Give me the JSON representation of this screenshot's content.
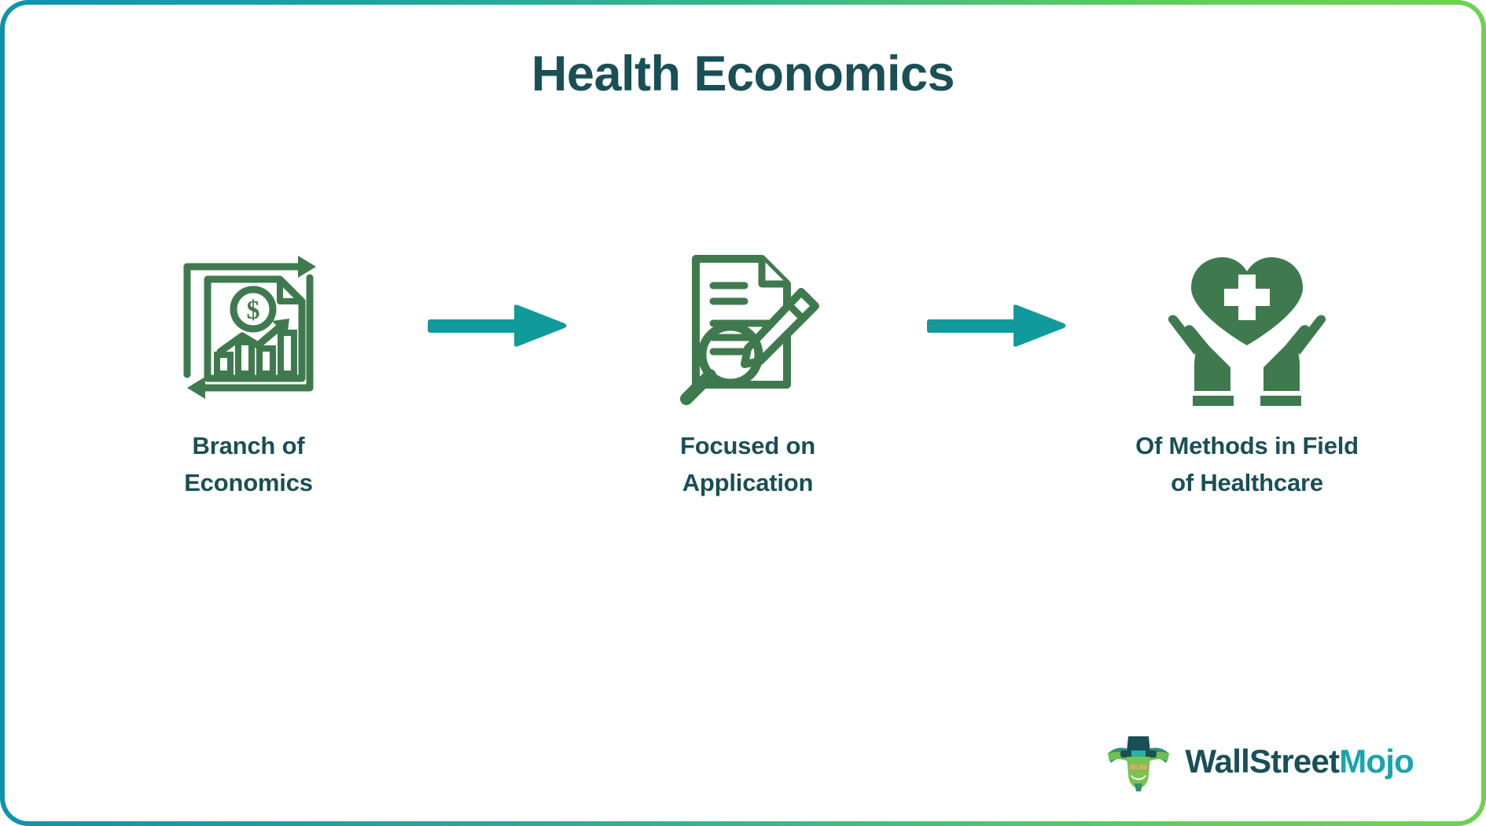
{
  "page": {
    "title": "Health Economics",
    "border_gradient_from": "#0e93ad",
    "border_gradient_to": "#6ed24f",
    "background": "#ffffff"
  },
  "theme": {
    "title_color": "#1a4f56",
    "label_color": "#1a4f56",
    "icon_green": "#3f7a4e",
    "arrow_teal": "#119a9c",
    "logo_primary": "#1a4f56",
    "logo_accent": "#18a5ae"
  },
  "flow": {
    "steps": [
      {
        "icon": "document-money-chart-cycle-icon",
        "label": "Branch of\nEconomics"
      },
      {
        "icon": "document-magnifier-pen-icon",
        "label": "Focused on\nApplication"
      },
      {
        "icon": "hands-holding-heart-cross-icon",
        "label": "Of Methods in Field\nof Healthcare"
      }
    ],
    "connectors": [
      {
        "icon": "arrow-right-icon"
      },
      {
        "icon": "arrow-right-icon"
      }
    ]
  },
  "logo": {
    "mascot": "wallstreetmojo-bull-icon",
    "word_primary": "WallStreet",
    "word_accent": "Mojo"
  }
}
